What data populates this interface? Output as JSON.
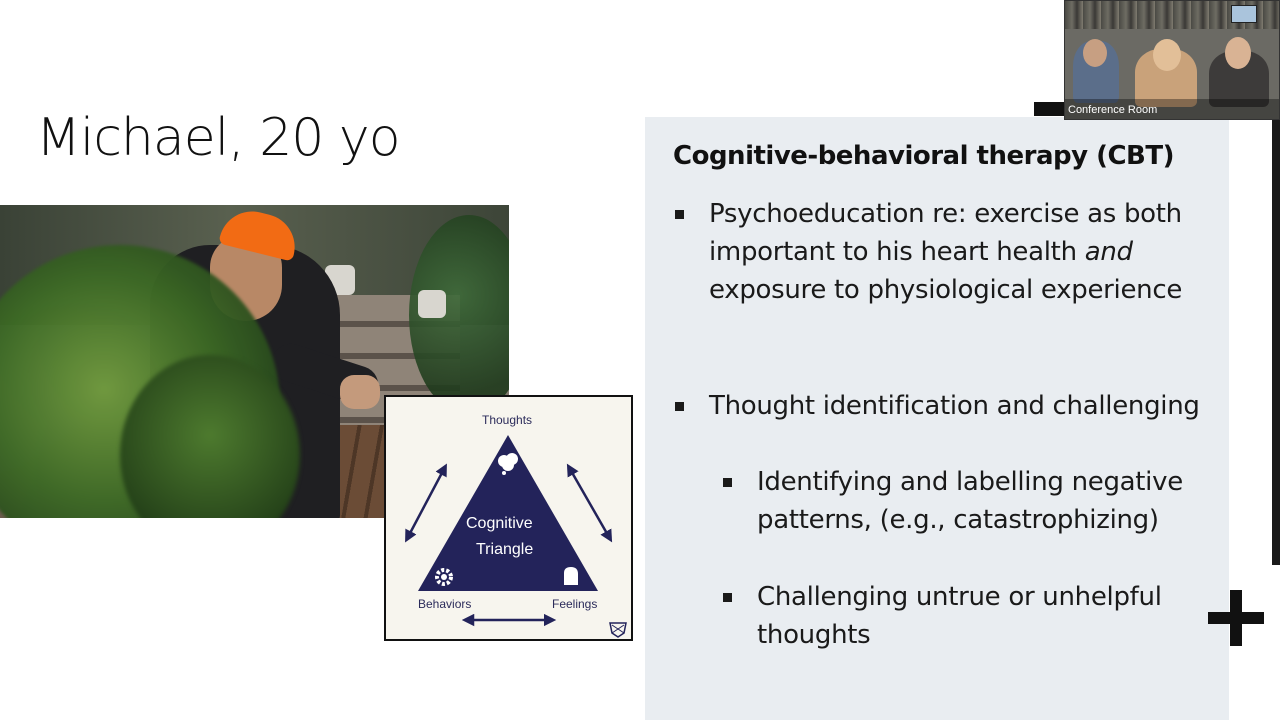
{
  "slide": {
    "title": "Michael, 20 yo"
  },
  "triangle": {
    "top_label": "Thoughts",
    "center_line1": "Cognitive",
    "center_line2": "Triangle",
    "left_label": "Behaviors",
    "right_label": "Feelings",
    "fill_color": "#23235a"
  },
  "cbt": {
    "heading": "Cognitive-behavioral therapy (CBT)",
    "bullet1_part1": "Psychoeducation re: exercise as both important to his heart health ",
    "bullet1_italic": "and",
    "bullet1_part2": " exposure to physiological experience",
    "bullet2": "Thought identification and challenging",
    "sub1": "Identifying and labelling negative patterns, (e.g., catastrophizing)",
    "sub2": "Challenging untrue or unhelpful thoughts"
  },
  "video": {
    "label": "Conference Room"
  },
  "colors": {
    "panel_bg": "#e9edf1",
    "cap_orange": "#f26b14"
  }
}
